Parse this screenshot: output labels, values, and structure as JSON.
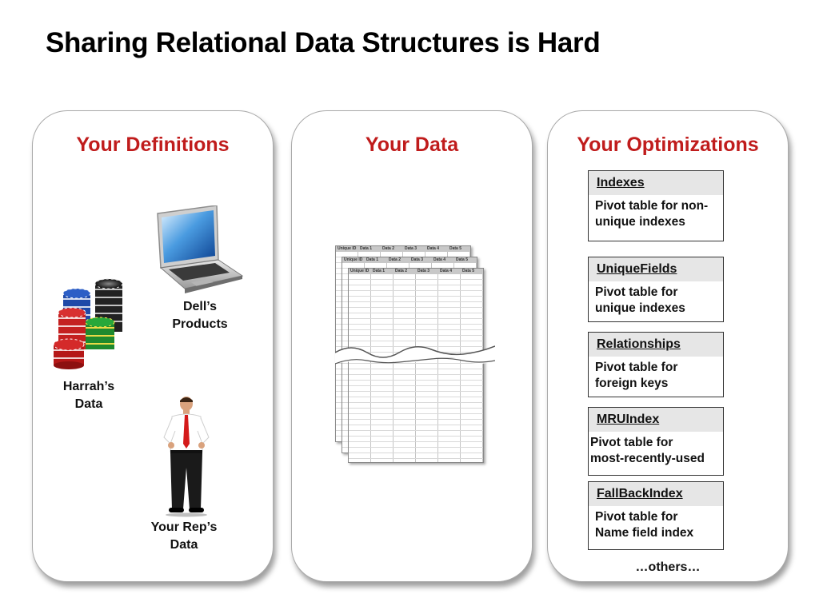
{
  "slide": {
    "title": "Sharing Relational Data Structures is Hard"
  },
  "panels": {
    "definitions": {
      "title": "Your Definitions",
      "items": {
        "dells_products": [
          "Dell’s",
          "Products"
        ],
        "harrahs_data": [
          "Harrah’s",
          "Data"
        ],
        "reps_data": [
          "Your Rep’s",
          "Data"
        ]
      },
      "icons": [
        "laptop-icon",
        "poker-chips-icon",
        "person-icon"
      ]
    },
    "data": {
      "title": "Your Data",
      "sheet_headers": [
        "Unique ID",
        "Data 1",
        "Data 2",
        "Data 3",
        "Data 4",
        "Data 5"
      ]
    },
    "optimizations": {
      "title": "Your Optimizations",
      "boxes": [
        {
          "name": "Indexes",
          "desc": [
            "Pivot table for non-",
            "unique indexes"
          ]
        },
        {
          "name": "UniqueFields",
          "desc": [
            "Pivot table for",
            "unique indexes"
          ]
        },
        {
          "name": "Relationships",
          "desc": [
            "Pivot table for",
            "foreign keys"
          ]
        },
        {
          "name": "MRUIndex",
          "desc": [
            "Pivot table for",
            "most-recently-used"
          ]
        },
        {
          "name": "FallBackIndex",
          "desc": [
            "Pivot table for",
            "Name field index"
          ]
        }
      ],
      "others": "…others…"
    }
  },
  "colors": {
    "panel_title": "#c01c1c",
    "box_header": "#e6e6e6",
    "panel_border": "#a9a9a9"
  }
}
